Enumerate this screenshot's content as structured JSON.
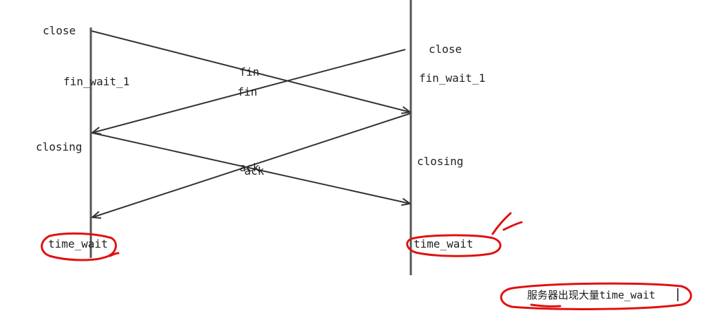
{
  "diagram": {
    "left_states": {
      "close": "close",
      "fin_wait_1": "fin_wait_1",
      "closing": "closing",
      "time_wait": "time_wait"
    },
    "right_states": {
      "close": "close",
      "fin_wait_1": "fin_wait_1",
      "closing": "closing",
      "time_wait": "time_wait"
    },
    "messages": {
      "fin_left_to_right": "fin",
      "fin_right_to_left": "fin",
      "ack_left_to_right": "ack",
      "ack_right_to_left": "ack"
    },
    "annotation": {
      "note": "服务器出现大量time_wait"
    },
    "colors": {
      "timeline": "#555555",
      "message": "#333333",
      "handwriting": "#e01010"
    }
  }
}
